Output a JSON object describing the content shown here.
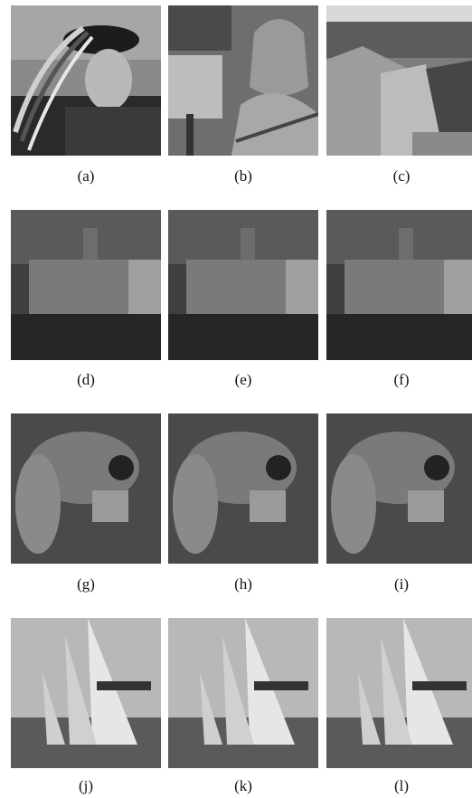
{
  "captions": [
    "(a)",
    "(b)",
    "(c)",
    "(d)",
    "(e)",
    "(f)",
    "(g)",
    "(h)",
    "(i)",
    "(j)",
    "(k)",
    "(l)"
  ],
  "images": [
    "portrait-feathered-hat",
    "woman-headscarf-barbara",
    "village-hillside-street",
    "building-clocktower",
    "building-clocktower",
    "building-clocktower",
    "frog-closeup",
    "frog-closeup",
    "frog-closeup",
    "sailboats-race",
    "sailboats-race",
    "sailboats-race"
  ]
}
